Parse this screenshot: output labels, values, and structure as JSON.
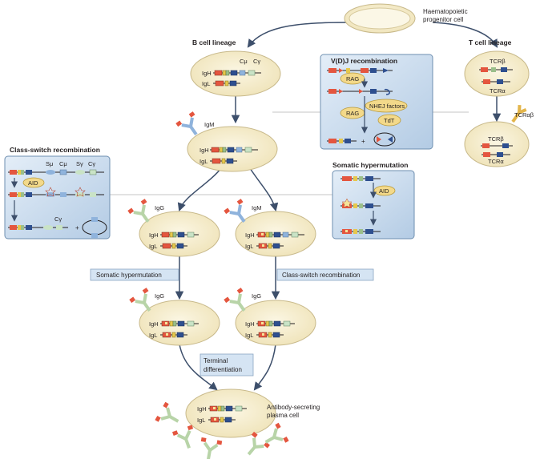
{
  "labels": {
    "progenitor": [
      "Haematopoietic",
      "progenitor cell"
    ],
    "b_lineage": "B cell lineage",
    "t_lineage": "T cell lineage",
    "vdj": "V(D)J recombination",
    "csr_title": "Class-switch recombination",
    "shm_title": "Somatic hypermutation",
    "plasma": [
      "Antibody-secreting",
      "plasma cell"
    ]
  },
  "cells": {
    "igh": "IgH",
    "igl": "IgL",
    "cmu": "Cμ",
    "cgamma": "Cγ",
    "smu": "Sμ",
    "sgamma": "Sγ",
    "tcrb": "TCRβ",
    "tcra": "TCRα",
    "tcrab": "TCRαβ",
    "igm": "IgM",
    "igg": "IgG"
  },
  "factors": {
    "rag": "RAG",
    "nhej": "NHEJ factors",
    "tdt": "TdT",
    "aid": "AID"
  },
  "steps": {
    "shm": "Somatic hypermutation",
    "csr": "Class-switch recombination",
    "terminal": [
      "Terminal",
      "differentiation"
    ]
  },
  "plus": "+",
  "colors": {
    "cell_fill": "#f7efd0",
    "cell_stroke": "#c8b98a",
    "panel_fill": "#c9dcef",
    "panel_stroke": "#6e8fb0",
    "step_fill": "#d5e4f3",
    "red": "#e4563f",
    "blue": "#2e4f8f",
    "yellow": "#e6c84c",
    "green": "#9bbf8a",
    "light_blue": "#8fb3dc",
    "arrow": "#3d4f6b"
  }
}
